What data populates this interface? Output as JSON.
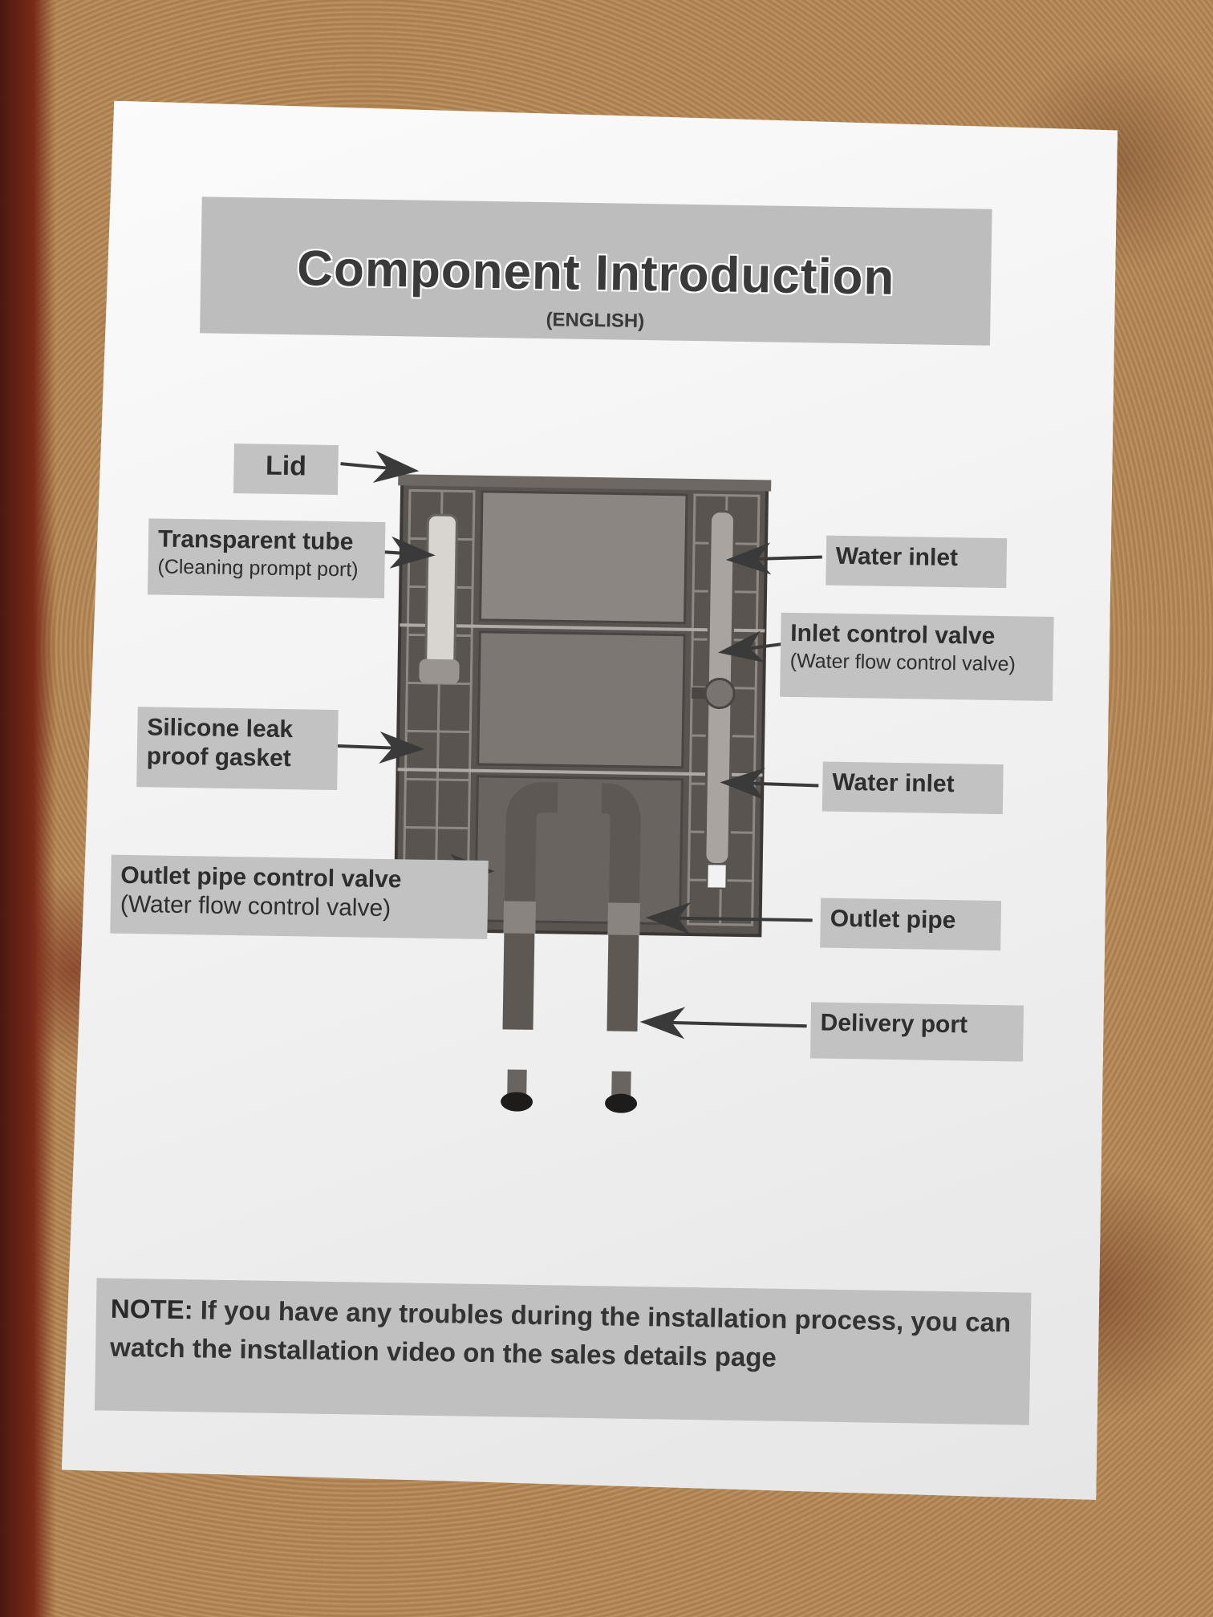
{
  "header": {
    "title": "Component Introduction",
    "subtitle": "(ENGLISH)"
  },
  "labels": {
    "lid": "Lid",
    "transparent_tube": "Transparent tube",
    "transparent_tube_sub": "(Cleaning prompt port)",
    "water_inlet_top": "Water inlet",
    "inlet_control_valve": "Inlet control valve",
    "inlet_control_valve_sub": "(Water flow control valve)",
    "silicone_gasket_line1": "Silicone leak",
    "silicone_gasket_line2": "proof gasket",
    "water_inlet_bottom": "Water inlet",
    "outlet_pipe_control_valve": "Outlet pipe control valve",
    "outlet_pipe_control_valve_sub": "(Water flow control valve)",
    "outlet_pipe": "Outlet pipe",
    "delivery_port": "Delivery port"
  },
  "note": {
    "heading": "NOTE:",
    "text": " If you have any troubles during the installation process, you can watch the installation video on the sales details page"
  }
}
